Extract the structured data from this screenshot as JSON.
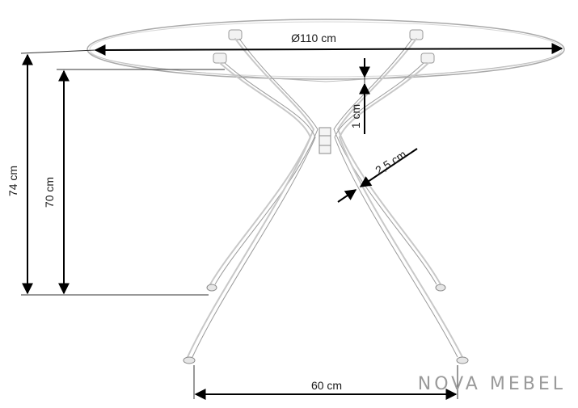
{
  "dimensions": {
    "diameter": "Ø110 cm",
    "total_height": "74 cm",
    "base_height": "70 cm",
    "top_thickness": "1 cm",
    "leg_thickness": "2,5 cm",
    "foot_span": "60 cm"
  },
  "brand": {
    "name": "NOVA MEBEL"
  }
}
